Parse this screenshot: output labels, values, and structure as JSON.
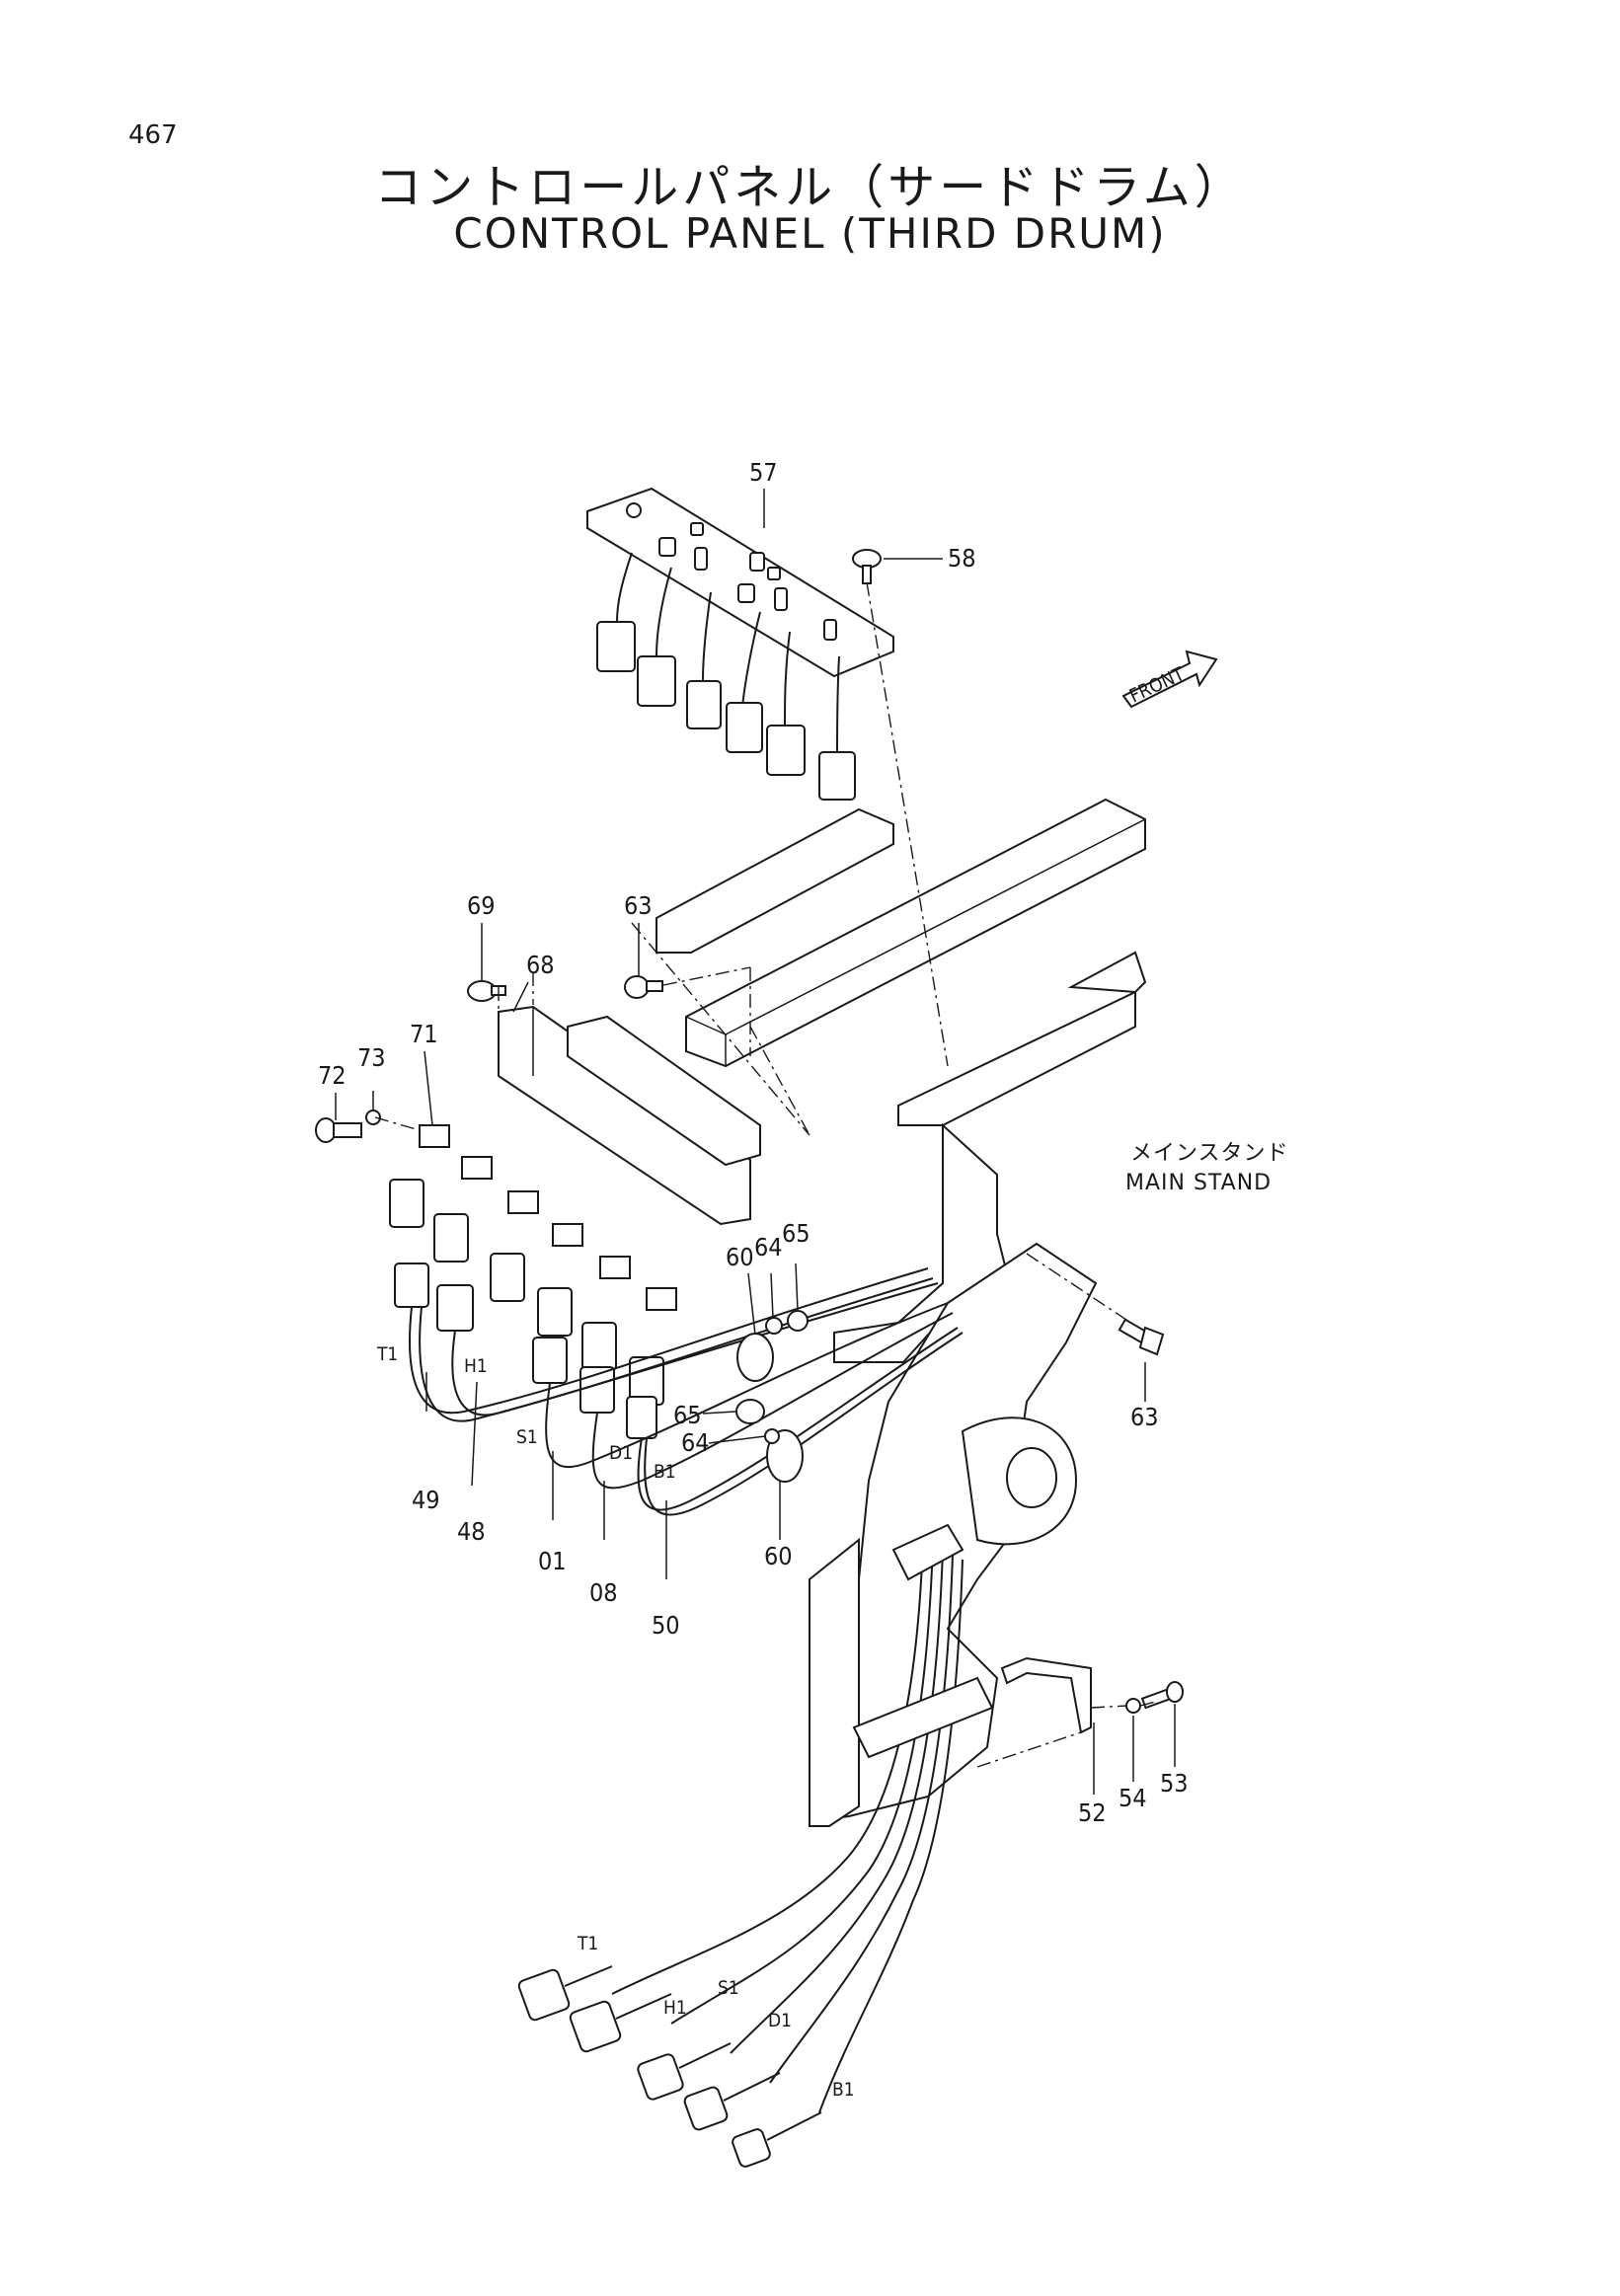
{
  "page_number": "467",
  "title_jp": "コントロールパネル（サードドラム）",
  "title_en": "CONTROL PANEL (THIRD DRUM)",
  "front_label": "FRONT",
  "main_stand": {
    "jp": "メインスタンド",
    "en": "MAIN STAND"
  },
  "callouts": {
    "c57": "57",
    "c58": "58",
    "c69": "69",
    "c63a": "63",
    "c68": "68",
    "c71": "71",
    "c72": "72",
    "c73": "73",
    "c60a": "60",
    "c64a": "64",
    "c65a": "65",
    "c63b": "63",
    "c65b": "65",
    "c64b": "64",
    "c60b": "60",
    "c49": "49",
    "c48": "48",
    "c01": "01",
    "c08": "08",
    "c50": "50",
    "c52": "52",
    "c54": "54",
    "c53": "53"
  },
  "wire_tags": {
    "t1_top": "T1",
    "h1_top": "H1",
    "s1_top": "S1",
    "d1_top": "D1",
    "b1_top": "B1",
    "t1_bottom": "T1",
    "h1_bottom": "H1",
    "s1_bottom": "S1",
    "d1_bottom": "D1",
    "b1_bottom": "B1"
  }
}
